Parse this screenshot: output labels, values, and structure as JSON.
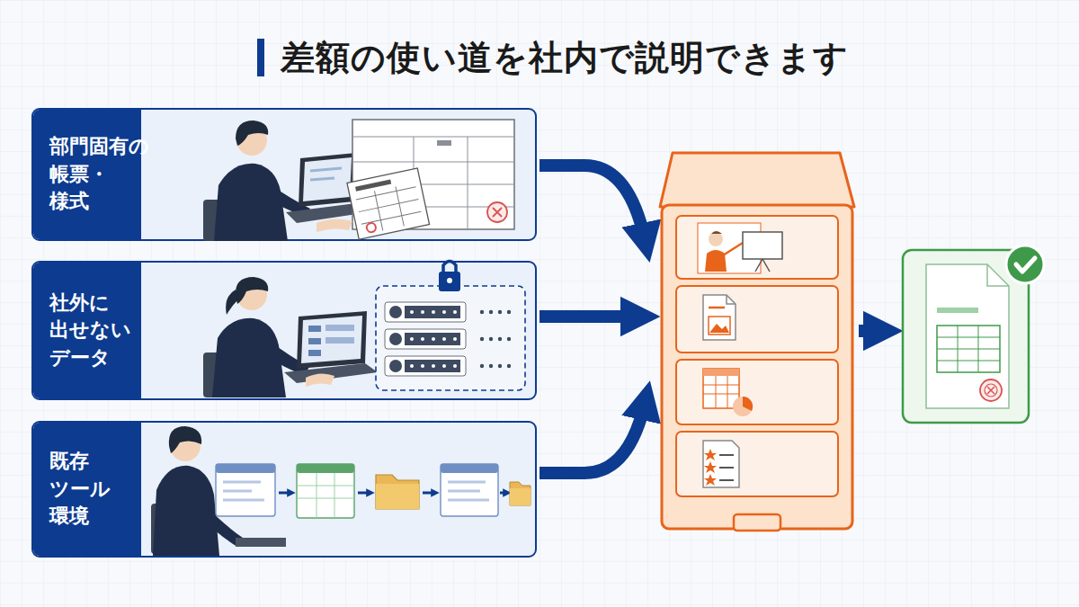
{
  "diagram": {
    "title": "差額の使い道を社内で説明できます",
    "nodes": [
      {
        "text": [
          "部門固有の 帳票・様式"
        ]
      },
      {
        "text": [
          "社外に 出せない データ"
        ]
      },
      {
        "text": [
          "既存 ツール 環境"
        ]
      }
    ]
  }
}
